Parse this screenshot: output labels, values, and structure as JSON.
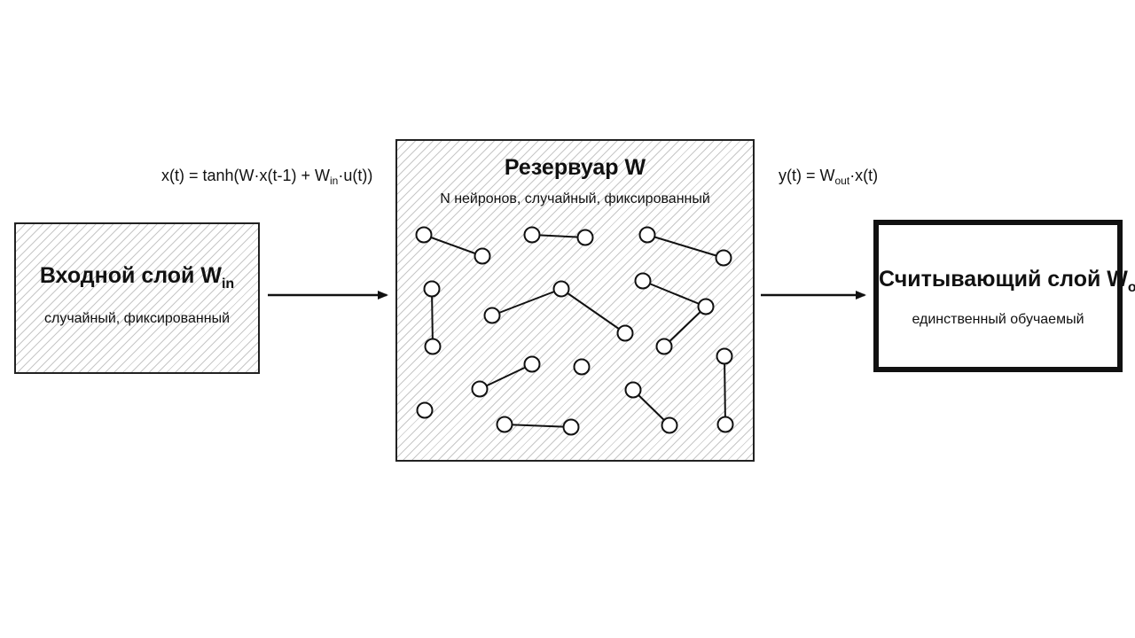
{
  "input_layer": {
    "title": "Входной слой W",
    "title_sub": "in",
    "subtitle": "случайный, фиксированный"
  },
  "reservoir": {
    "title": "Резервуар W",
    "subtitle": "N нейронов, случайный, фиксированный"
  },
  "readout_layer": {
    "title": "Считывающий слой W",
    "title_sub": "out",
    "subtitle": "единственный обучаемый"
  },
  "formulas": {
    "state": {
      "part1": "x(t) = tanh(W·x(t-1) + W",
      "sub": "in",
      "part2": "·u(t))"
    },
    "output": {
      "part1": "y(t) = W",
      "sub": "out",
      "part2": "·x(t)"
    }
  }
}
